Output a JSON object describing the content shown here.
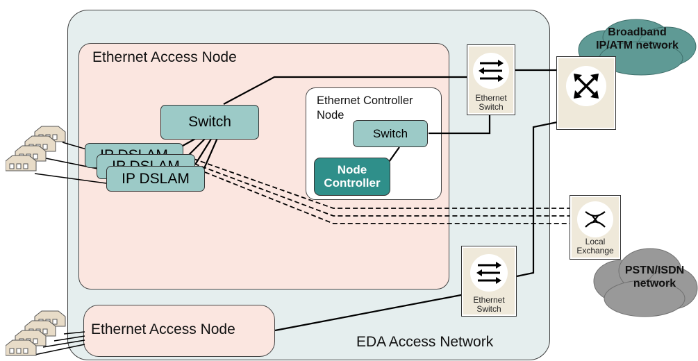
{
  "eda_network": {
    "label": "EDA Access Network"
  },
  "access_node_main": {
    "label": "Ethernet Access Node"
  },
  "access_node_bottom": {
    "label": "Ethernet Access Node"
  },
  "switch_main": {
    "label": "Switch"
  },
  "dslams": [
    {
      "label": "IP DSLAM"
    },
    {
      "label": "IP DSLAM"
    },
    {
      "label": "IP DSLAM"
    }
  ],
  "controller_node": {
    "title_line1": "Ethernet Controller",
    "title_line2": "Node",
    "switch_label": "Switch",
    "controller_line1": "Node",
    "controller_line2": "Controller"
  },
  "ethernet_switch_top": {
    "line1": "Ethernet",
    "line2": "Switch",
    "icon": "ethernet-switch-icon"
  },
  "ethernet_switch_bottom": {
    "line1": "Ethernet",
    "line2": "Switch",
    "icon": "ethernet-switch-icon"
  },
  "router": {
    "icon": "router-cross-arrows-icon"
  },
  "local_exchange": {
    "line1": "Local",
    "line2": "Exchange",
    "icon": "exchange-cross-icon"
  },
  "cloud_broadband": {
    "line1": "Broadband",
    "line2": "IP/ATM network",
    "color": "#4f8f8a"
  },
  "cloud_pstn": {
    "line1": "PSTN/ISDN",
    "line2": "network",
    "color": "#8a8a8a"
  },
  "house_icon": "house-group-icon"
}
